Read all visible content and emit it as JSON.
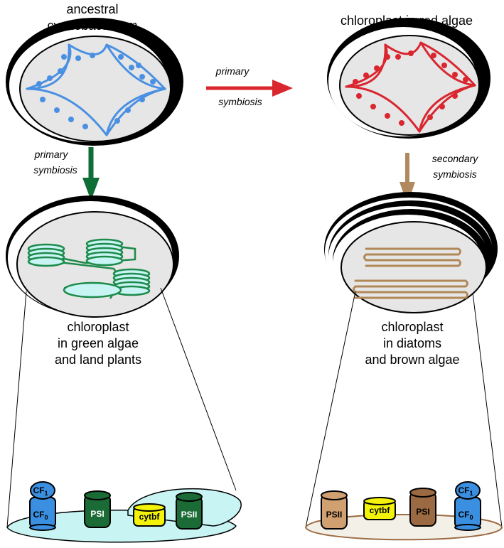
{
  "labels": {
    "ancestral_line1": "ancestral",
    "ancestral_line2": "cyanobacterium",
    "red_algae": "chloroplast in red algae",
    "primary_top_1": "primary",
    "primary_top_2": "symbiosis",
    "primary_left_1": "primary",
    "primary_left_2": "symbiosis",
    "secondary_1": "secondary",
    "secondary_2": "symbiosis",
    "green_1": "chloroplast",
    "green_2": "in green algae",
    "green_3": "and land plants",
    "diatom_1": "chloroplast",
    "diatom_2": "in diatoms",
    "diatom_3": "and brown algae"
  },
  "proteins_left": {
    "cf_top": "CF",
    "cf_top_sub": "1",
    "cf_bottom": "CF",
    "cf_bottom_sub": "0",
    "psi": "PSI",
    "cytbf": "cytbf",
    "psii": "PSII"
  },
  "proteins_right": {
    "psii": "PSII",
    "cytbf": "cytbf",
    "psi": "PSI",
    "cf_top": "CF",
    "cf_top_sub": "1",
    "cf_bottom": "CF",
    "cf_bottom_sub": "0"
  },
  "colors": {
    "cyanobacterium_thylakoid": "#4a90e2",
    "red_thylakoid": "#d9262f",
    "green_thylakoid": "#1d8a4a",
    "brown_thylakoid": "#b08858",
    "primary_arrow_red": "#d9262f",
    "primary_arrow_green": "#0f6e35",
    "secondary_arrow": "#b08a5e",
    "psi_green": "#1a6b35",
    "cytbf_yellow": "#f2f20a",
    "cf_blue": "#3a8fe0",
    "psii_tan": "#d0a070",
    "psi_brown": "#9c6a42",
    "membrane_cyan": "#c8f4f4"
  }
}
